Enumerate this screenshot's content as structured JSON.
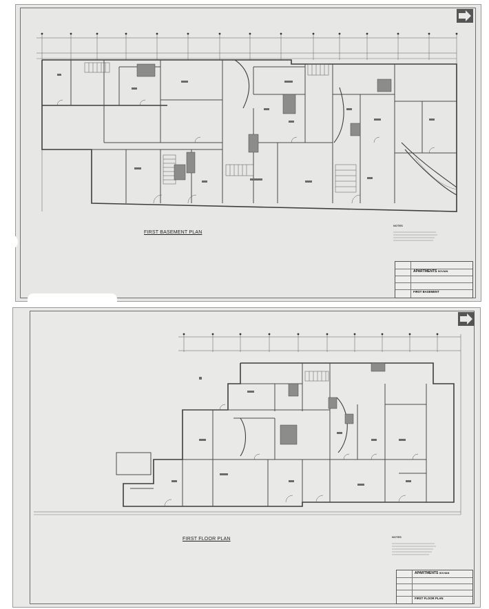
{
  "sheets": [
    {
      "drawing_title": "FIRST BASEMENT PLAN",
      "title_block": {
        "project": "APARTMENTS",
        "project_suffix": "SOVIAN",
        "drawing_title": "FIRST BASEMENT"
      },
      "notes_heading": "NOTES"
    },
    {
      "drawing_title": "FIRST FLOOR PLAN",
      "title_block": {
        "project": "APARTMENTS",
        "project_suffix": "SOVIAN",
        "drawing_title": "FIRST FLOOR PLAN"
      },
      "notes_heading": "NOTES"
    }
  ],
  "colors": {
    "paper": "#e7e7e5",
    "ink": "#3c3c3c",
    "arrow": "#555555"
  },
  "icons": [
    "north-arrow-icon"
  ]
}
